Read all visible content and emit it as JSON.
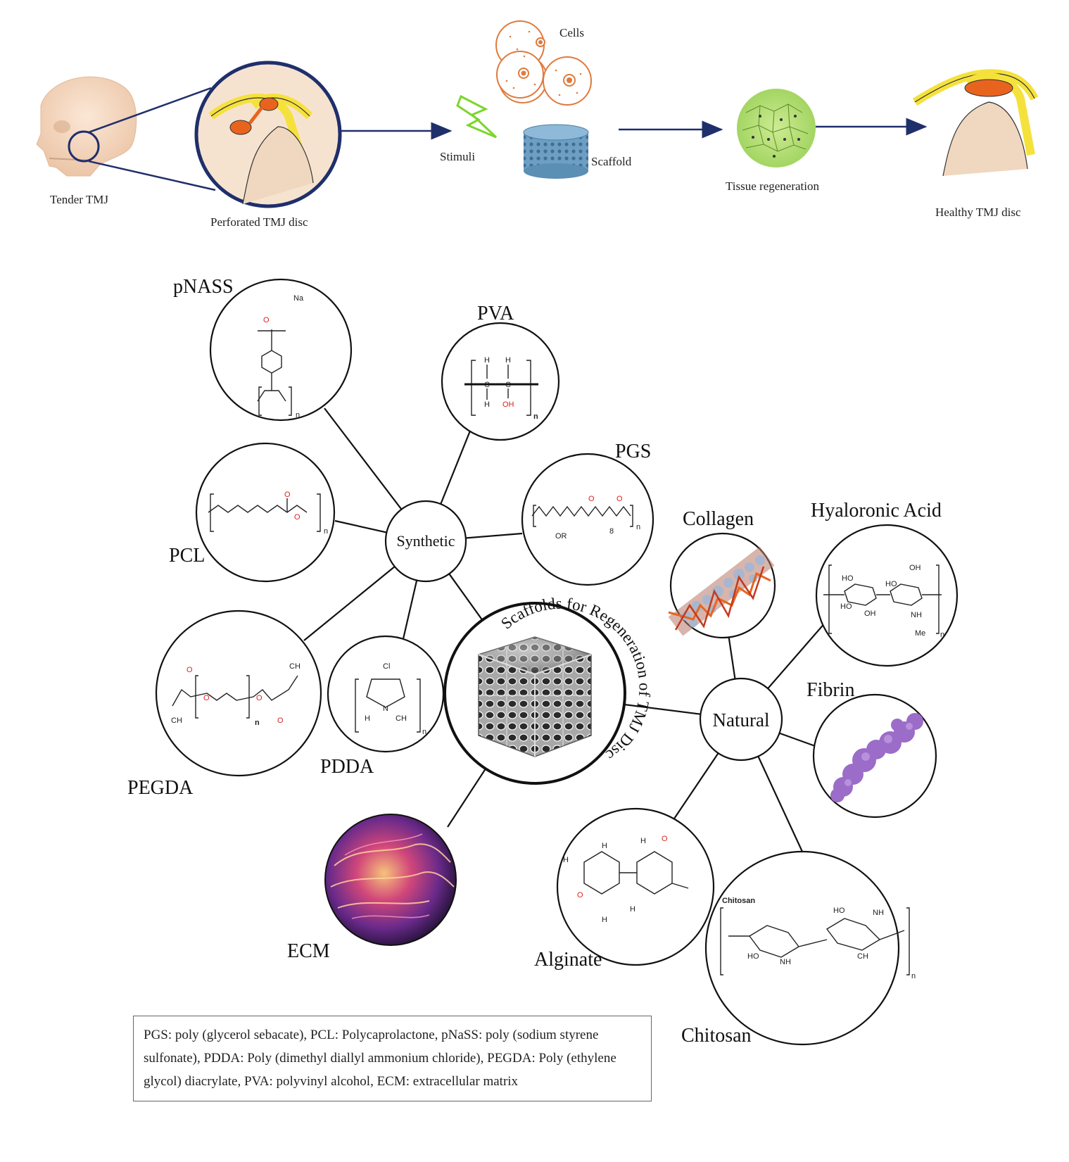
{
  "workflow": {
    "tender_tmj": "Tender TMJ",
    "perforated_disc": "Perforated TMJ disc",
    "stimuli": "Stimuli",
    "cells": "Cells",
    "scaffold": "Scaffold",
    "tissue_regeneration": "Tissue regeneration",
    "healthy_disc": "Healthy TMJ disc"
  },
  "mindmap": {
    "center_title": "Scaffolds for Regeneration of TMJ Disc",
    "synthetic_hub": "Synthetic",
    "natural_hub": "Natural",
    "synthetic_items": {
      "pnass": "pNASS",
      "pva": "PVA",
      "pgs": "PGS",
      "pcl": "PCL",
      "pegda": "PEGDA",
      "pdda": "PDDA"
    },
    "natural_items": {
      "collagen": "Collagen",
      "hyaluronic": "Hyaloronic Acid",
      "fibrin": "Fibrin",
      "alginate": "Alginate",
      "chitosan": "Chitosan"
    },
    "ecm": "ECM",
    "chem_labels": {
      "na": "Na",
      "cl": "Cl",
      "oh": "OH",
      "h": "H",
      "c": "C",
      "n": "n",
      "o": "O",
      "or": "OR",
      "eight": "8",
      "ch2": "CH",
      "nitrogen": "N",
      "h3c": "H",
      "ch3": "CH",
      "ho": "HO",
      "nh": "NH",
      "me": "Me",
      "nh2": "NH",
      "ch2oh": "CH",
      "chitosan_tag": "Chitosan"
    }
  },
  "legend": {
    "text": "PGS: poly (glycerol sebacate), PCL: Polycaprolactone, pNaSS: poly (sodium styrene sulfonate), PDDA: Poly (dimethyl diallyl ammonium chloride), PEGDA: Poly (ethylene glycol) diacrylate, PVA: polyvinyl alcohol, ECM: extracellular matrix"
  },
  "colors": {
    "navy": "#1f2f6b",
    "orange": "#e8641e",
    "yellow": "#f5e13c",
    "scaffold_blue": "#5b8fb4",
    "tissue_green": "#b8e07a",
    "bolt_green": "#7bd62c",
    "skin": "#f4d8c0"
  }
}
